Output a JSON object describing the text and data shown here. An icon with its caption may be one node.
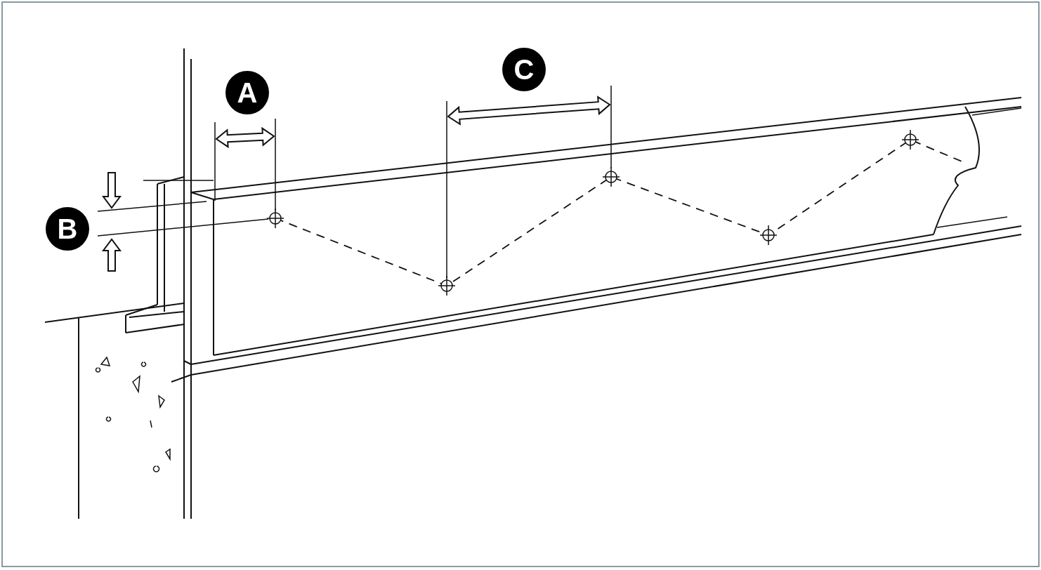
{
  "diagram": {
    "nodes": [
      {
        "text": [
          "A"
        ]
      },
      {
        "text": [
          "C"
        ]
      },
      {
        "text": [
          "B"
        ]
      }
    ]
  }
}
